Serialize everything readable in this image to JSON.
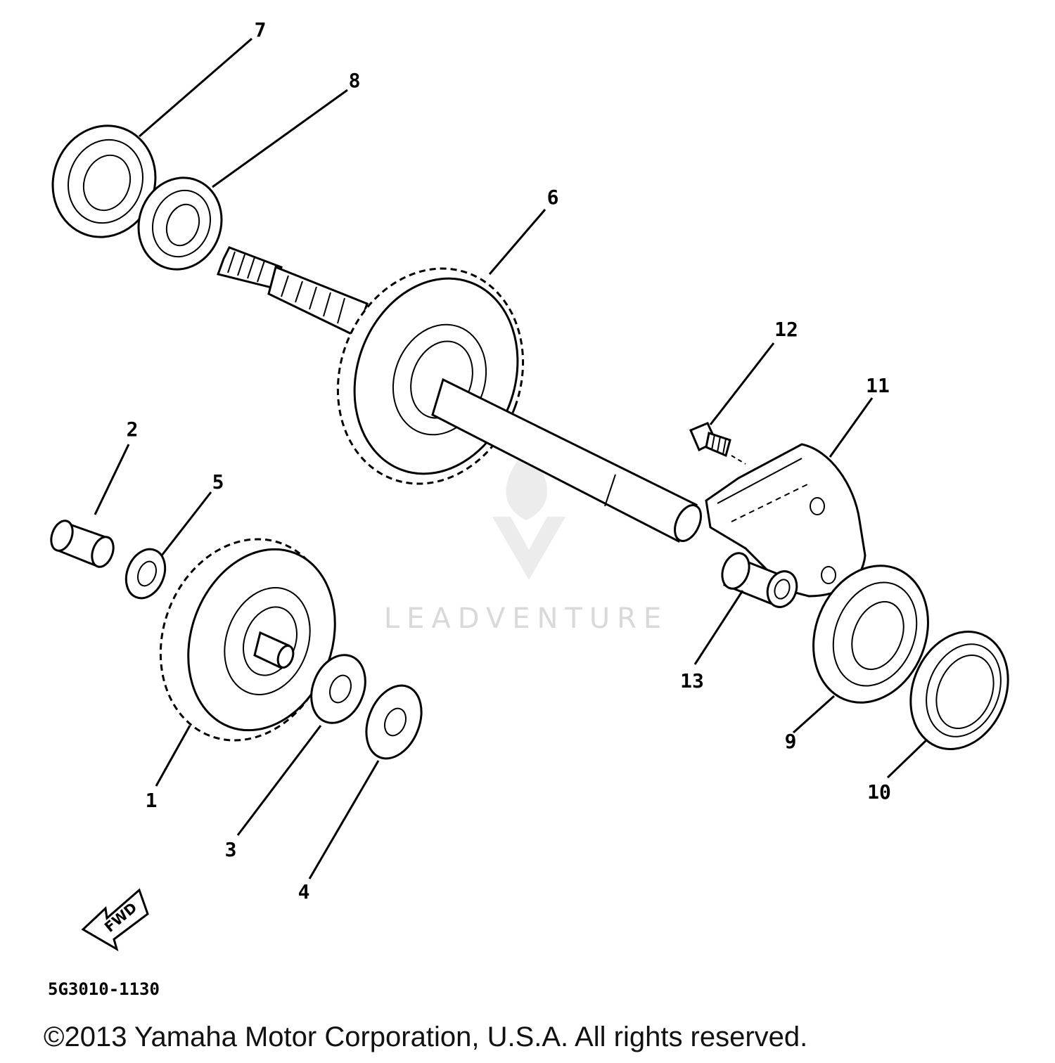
{
  "diagram": {
    "callouts": [
      "1",
      "2",
      "3",
      "4",
      "5",
      "6",
      "7",
      "8",
      "9",
      "10",
      "11",
      "12",
      "13"
    ],
    "part_code": "5G3010-1130",
    "fwd_label": "FWD",
    "watermark": "LEADVENTURE",
    "copyright": "©2013 Yamaha Motor Corporation, U.S.A. All rights reserved."
  }
}
